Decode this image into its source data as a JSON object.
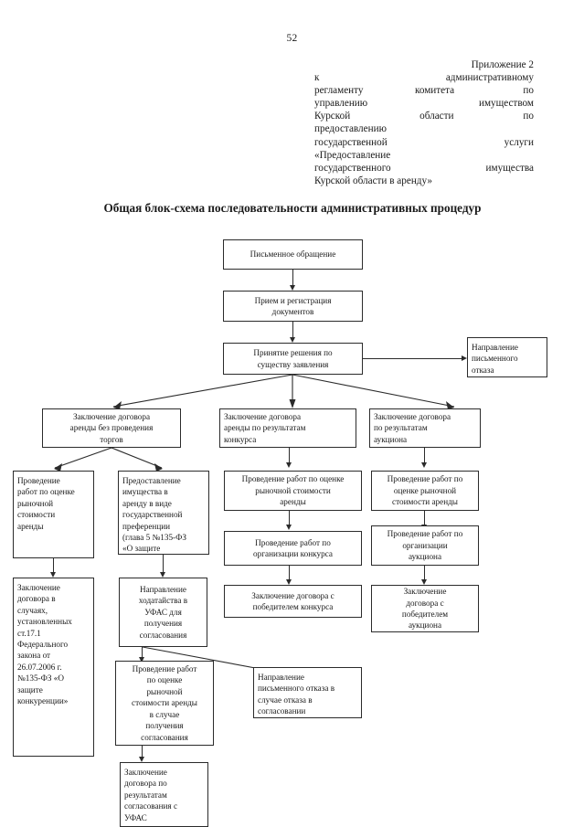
{
  "page": {
    "number": "52"
  },
  "appendix": {
    "lines": [
      "Приложение 2",
      "к                  административному",
      "регламенту      комитета        по",
      "управлению          имуществом",
      "Курской        области        по",
      "предоставлению",
      "государственной           услуги",
      "«Предоставление",
      "государственного      имущества",
      "Курской области в аренду»"
    ]
  },
  "title": "Общая блок-схема последовательности административных процедур",
  "chart_data": {
    "type": "diagram",
    "title": "Общая блок-схема последовательности административных процедур",
    "nodes": [
      {
        "id": "n1",
        "label": "Письменное обращение"
      },
      {
        "id": "n2",
        "label": "Прием и регистрация документов"
      },
      {
        "id": "n3",
        "label": "Принятие решения по существу заявления"
      },
      {
        "id": "n4",
        "label": "Направление письменного отказа"
      },
      {
        "id": "n5",
        "label": "Заключение договора аренды без проведения торгов"
      },
      {
        "id": "n6",
        "label": "Заключение договора аренды по результатам конкурса"
      },
      {
        "id": "n7",
        "label": "Заключение договора по результатам аукциона"
      },
      {
        "id": "n8",
        "label": "Проведение работ по оценке рыночной стоимости аренды"
      },
      {
        "id": "n9",
        "label": "Предоставление имущества в аренду в виде государственной преференции (глава 5 №135-ФЗ «О защите"
      },
      {
        "id": "n10",
        "label": "Проведение работ по оценке рыночной стоимости аренды"
      },
      {
        "id": "n11",
        "label": "Проведение работ по оценке рыночной стоимости аренды"
      },
      {
        "id": "n12",
        "label": "Проведение работ по организации конкурса"
      },
      {
        "id": "n13",
        "label": "Проведение работ по организации аукциона"
      },
      {
        "id": "n14",
        "label": "Заключение договора в случаях, установленных ст.17.1 Федерального закона от 26.07.2006 г. №135-ФЗ «О защите конкуренции»"
      },
      {
        "id": "n15",
        "label": "Направление ходатайства в УФАС для получения согласования"
      },
      {
        "id": "n16",
        "label": "Заключение договора с победителем конкурса"
      },
      {
        "id": "n17",
        "label": "Заключение договора с победителем аукциона"
      },
      {
        "id": "n18",
        "label": "Проведение работ по оценке рыночной стоимости аренды в случае получения согласования"
      },
      {
        "id": "n19",
        "label": "Направление письменного отказа в случае отказа в согласовании"
      },
      {
        "id": "n20",
        "label": "Заключение договора по результатам согласования с УФАС"
      }
    ],
    "edges": [
      {
        "from": "n1",
        "to": "n2"
      },
      {
        "from": "n2",
        "to": "n3"
      },
      {
        "from": "n3",
        "to": "n4"
      },
      {
        "from": "n3",
        "to": "n5"
      },
      {
        "from": "n3",
        "to": "n6"
      },
      {
        "from": "n3",
        "to": "n7"
      },
      {
        "from": "n5",
        "to": "n8"
      },
      {
        "from": "n5",
        "to": "n9"
      },
      {
        "from": "n6",
        "to": "n10"
      },
      {
        "from": "n7",
        "to": "n11"
      },
      {
        "from": "n8",
        "to": "n14"
      },
      {
        "from": "n9",
        "to": "n15"
      },
      {
        "from": "n10",
        "to": "n12"
      },
      {
        "from": "n11",
        "to": "n13"
      },
      {
        "from": "n12",
        "to": "n16"
      },
      {
        "from": "n13",
        "to": "n17"
      },
      {
        "from": "n15",
        "to": "n18"
      },
      {
        "from": "n15",
        "to": "n19"
      },
      {
        "from": "n18",
        "to": "n20"
      }
    ]
  },
  "nodes": {
    "n1": {
      "label": "Письменное обращение"
    },
    "n2": {
      "line1": "Прием и регистрация",
      "line2": "документов"
    },
    "n3": {
      "line1": "Принятие решения по",
      "line2": "существу заявления"
    },
    "n4": {
      "line1": "Направление",
      "line2": "письменного",
      "line3": "отказа"
    },
    "n5": {
      "line1": "Заключение договора",
      "line2": "аренды без проведения",
      "line3": "торгов"
    },
    "n6": {
      "line1": "Заключение            договора",
      "line2": "аренды    по    результатам",
      "line3": "конкурса"
    },
    "n7": {
      "line1": "Заключение  договора",
      "line2": "по        результатам",
      "line3": "аукциона"
    },
    "n8": {
      "line1": "Проведение",
      "line2": "работ по оценке",
      "line3": "рыночной",
      "line4": "стоимости",
      "line5": "аренды"
    },
    "n9": {
      "line1": "Предоставление",
      "line2": "имущества в",
      "line3": "аренду  в виде",
      "line4": "государственной",
      "line5": "преференции",
      "line6": "(глава 5 №135-ФЗ",
      "line7": "«О защите"
    },
    "n10": {
      "line1": "Проведение работ по оценке",
      "line2": "рыночной стоимости",
      "line3": "аренды"
    },
    "n11": {
      "line1": "Проведение работ по",
      "line2": "оценке рыночной",
      "line3": "стоимости аренды"
    },
    "n12": {
      "line1": "Проведение работ по",
      "line2": "организации конкурса"
    },
    "n13": {
      "line1": "Проведение работ по",
      "line2": "организации",
      "line3": "аукциона"
    },
    "n14": {
      "line1": "Заключение",
      "line2": "договора в",
      "line3": "случаях,",
      "line4": "установленных",
      "line5": "ст.17.1",
      "line6": "Федерального",
      "line7": "закона  от",
      "line8": "26.07.2006 г.",
      "line9": "№135-ФЗ «О",
      "line10": "защите",
      "line11": "конкуренции»"
    },
    "n15": {
      "line1": "Направление",
      "line2": "ходатайства в",
      "line3": "УФАС для",
      "line4": "получения",
      "line5": "согласования"
    },
    "n16": {
      "line1": "Заключение договора с",
      "line2": "победителем конкурса"
    },
    "n17": {
      "line1": "Заключение",
      "line2": "договора с",
      "line3": "победителем",
      "line4": "аукциона"
    },
    "n18": {
      "line1": "Проведение работ",
      "line2": "по оценке",
      "line3": "рыночной",
      "line4": "стоимости аренды",
      "line5": "в случае",
      "line6": "получения",
      "line7": "согласования"
    },
    "n19": {
      "line1": "Направление",
      "line2": "письменного отказа в",
      "line3": "случае отказа в",
      "line4": "согласовании"
    },
    "n20": {
      "line1": "Заключение",
      "line2": "договора по",
      "line3": "результатам",
      "line4": "согласования с",
      "line5": "УФАС"
    }
  }
}
